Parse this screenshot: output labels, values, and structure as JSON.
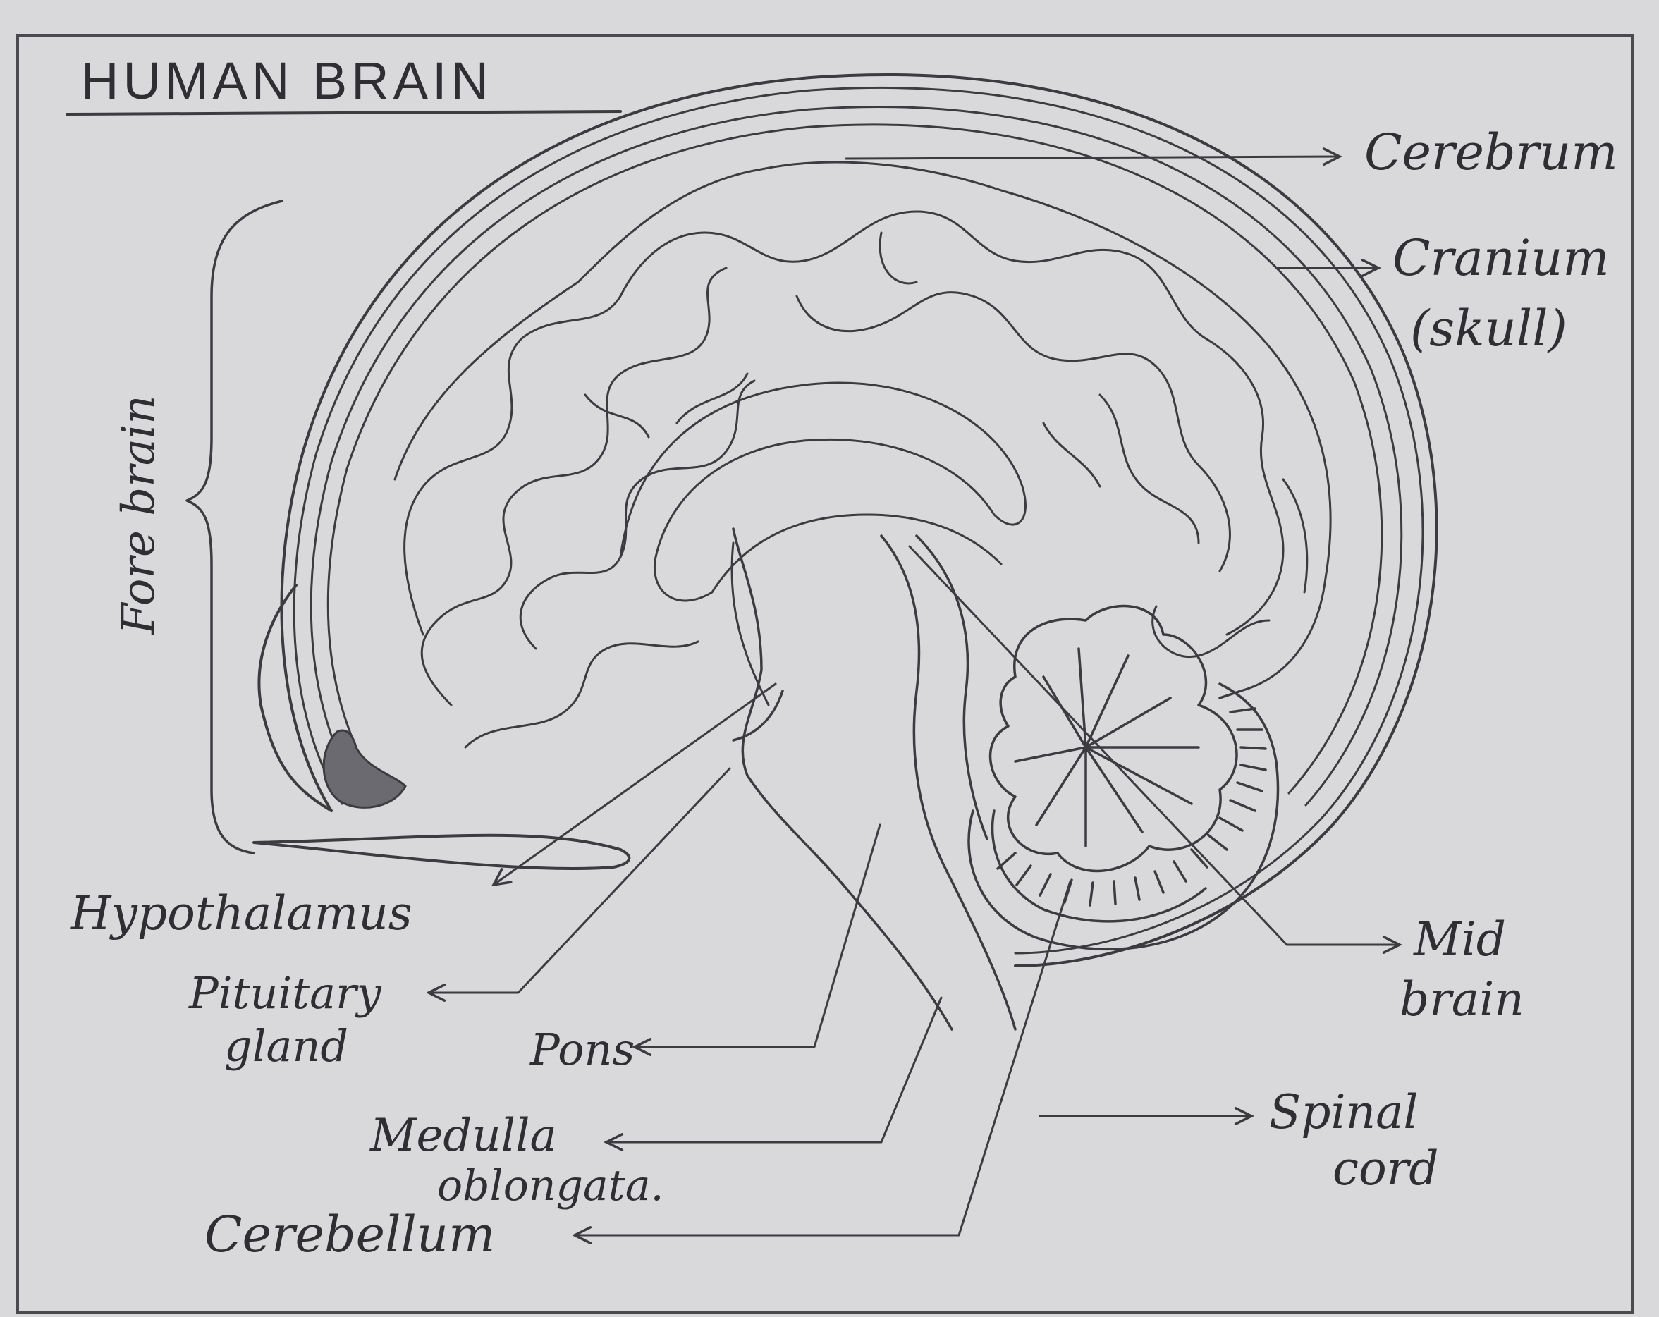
{
  "title": "HUMAN BRAIN",
  "labels": {
    "cerebrum": "Cerebrum",
    "cranium": "Cranium",
    "cranium_sub": "(skull)",
    "forebrain": "Fore brain",
    "hypothalamus": "Hypothalamus",
    "pituitary": "Pituitary",
    "pituitary_sub": "gland",
    "pons": "Pons",
    "medulla": "Medulla",
    "medulla_sub": "oblongata.",
    "cerebellum": "Cerebellum",
    "midbrain": "Mid",
    "midbrain_sub": "brain",
    "spinal": "Spinal",
    "spinal_sub": "cord"
  },
  "colors": {
    "ink": "#3c3c40",
    "paper": "#d9d9dc",
    "shade": "#6a6a70"
  }
}
